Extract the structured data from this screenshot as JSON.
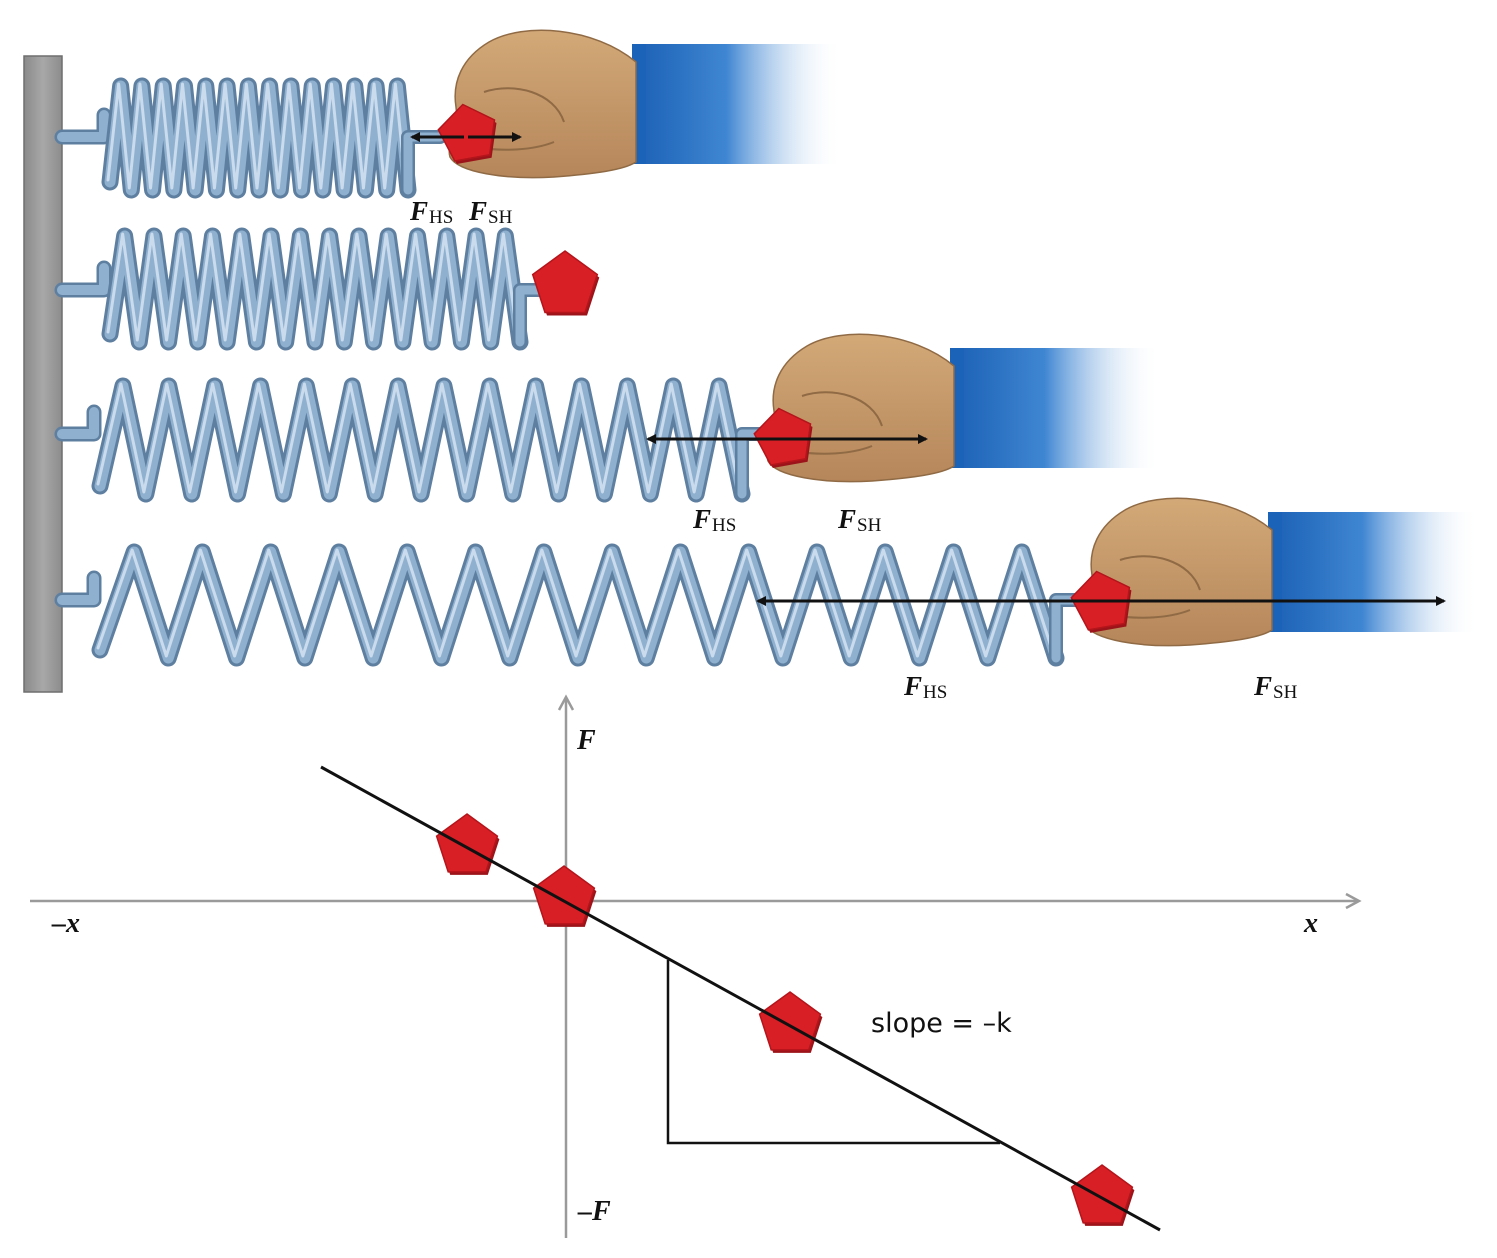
{
  "spring_rows": [
    {
      "id": "compressed",
      "force_left": {
        "symbol": "F",
        "sub": "HS"
      },
      "force_right": {
        "symbol": "F",
        "sub": "SH"
      }
    },
    {
      "id": "relaxed"
    },
    {
      "id": "stretched",
      "force_left": {
        "symbol": "F",
        "sub": "HS"
      },
      "force_right": {
        "symbol": "F",
        "sub": "SH"
      }
    },
    {
      "id": "more-stretched",
      "force_left": {
        "symbol": "F",
        "sub": "HS"
      },
      "force_right": {
        "symbol": "F",
        "sub": "SH"
      }
    }
  ],
  "graph": {
    "y_axis_label": "F",
    "y_axis_negative_label": "–F",
    "x_axis_label": "x",
    "x_axis_negative_label": "–x",
    "slope_label": "slope = –k"
  },
  "colors": {
    "spring": "#8fb0cf",
    "spring_dark": "#5e7fa0",
    "wall": "#9a9a9a",
    "block": "#d81f26",
    "skin": "#c69a67",
    "sleeve": "#1a63b8",
    "ink": "#111111"
  }
}
